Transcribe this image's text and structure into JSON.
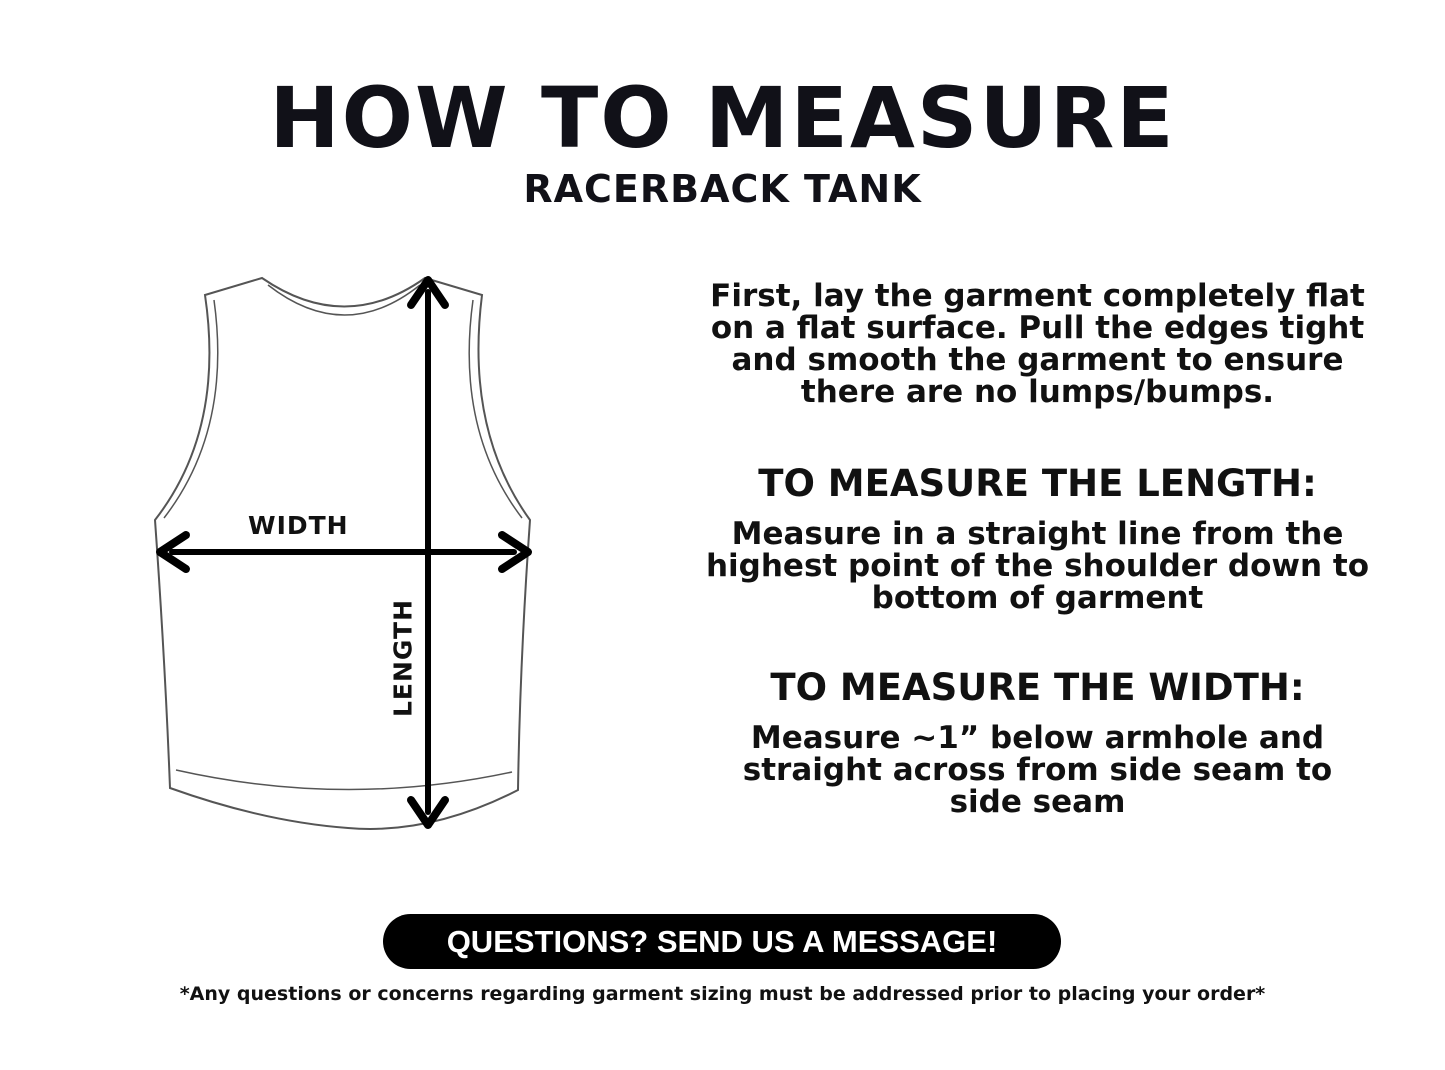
{
  "title": "HOW TO MEASURE",
  "subtitle": "RACERBACK TANK",
  "diagram": {
    "width_label": "WIDTH",
    "length_label": "LENGTH"
  },
  "instructions": {
    "intro": "First, lay the garment completely flat on a flat surface. Pull the edges tight and smooth the garment to ensure there are no lumps/bumps.",
    "length_heading": "TO MEASURE THE LENGTH:",
    "length_text": "Measure in a straight line from the highest point of the shoulder down to bottom of garment",
    "width_heading": "TO MEASURE THE WIDTH:",
    "width_text": "Measure ~1” below armhole and straight across from side seam to side seam"
  },
  "cta_label": "QUESTIONS? SEND US A MESSAGE!",
  "disclaimer": "*Any questions or concerns regarding garment sizing must be addressed prior to placing your order*",
  "colors": {
    "text": "#111111",
    "button_bg": "#000000",
    "button_text": "#ffffff"
  }
}
